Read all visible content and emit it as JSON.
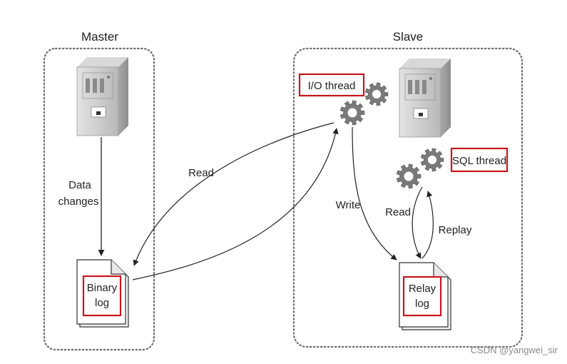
{
  "master": {
    "title": "Master",
    "arrow_label_line1": "Data",
    "arrow_label_line2": "changes",
    "binary_log_line1": "Binary",
    "binary_log_line2": "log"
  },
  "slave": {
    "title": "Slave",
    "io_thread": "I/O thread",
    "sql_thread": "SQL thread",
    "write_label": "Write",
    "read_label": "Read",
    "replay_label": "Replay",
    "relay_log_line1": "Relay",
    "relay_log_line2": "log"
  },
  "flow": {
    "read_label": "Read"
  },
  "watermark": "CSDN @yangwei_sir",
  "colors": {
    "highlight_border": "#c8161d",
    "gear": "#7a7a7a",
    "server": "#c9c9c9",
    "container_border": "#6f6f6f"
  }
}
